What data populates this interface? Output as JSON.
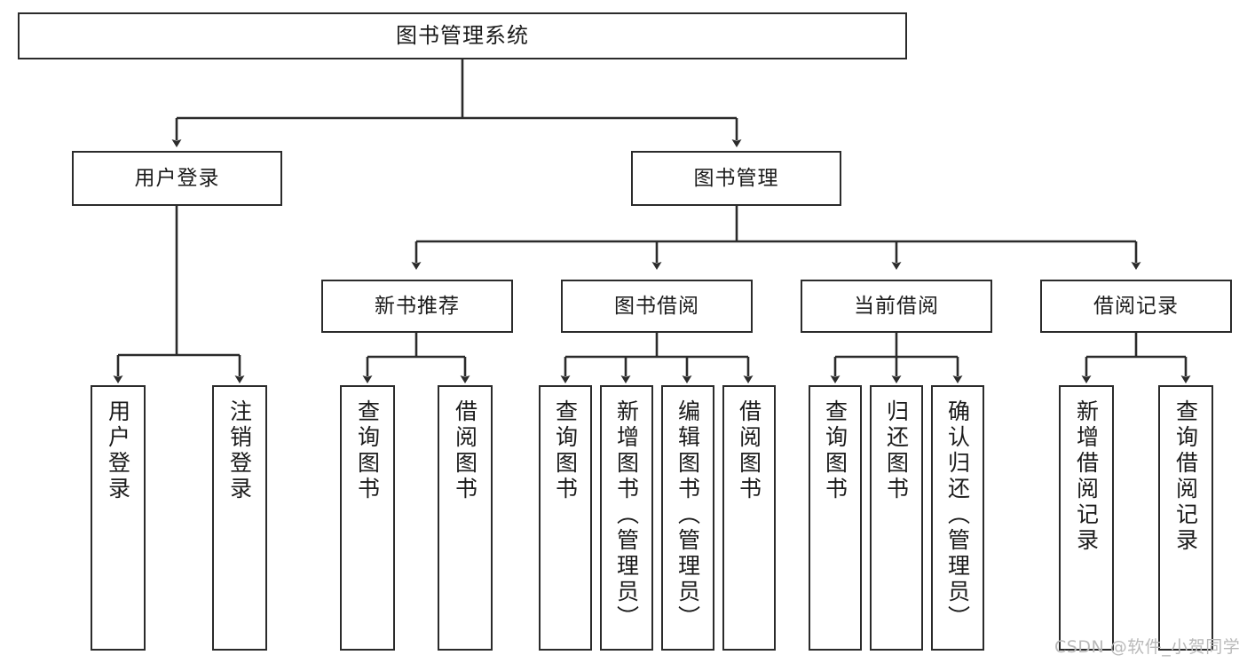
{
  "diagram": {
    "type": "tree-hierarchy-flowchart",
    "title": "图书管理系统",
    "watermark": "CSDN @软件_小贺同学",
    "colors": {
      "border": "#2b2b2b",
      "fill": "#ffffff",
      "edge": "#2b2b2b",
      "text": "#1b1b1b",
      "watermark": "#b9b9b9"
    },
    "nodes": {
      "root": {
        "label": "图书管理系统"
      },
      "level2": [
        {
          "id": "user-login",
          "label": "用户登录"
        },
        {
          "id": "book-manage",
          "label": "图书管理"
        }
      ],
      "level3": [
        {
          "id": "new-book-recommend",
          "label": "新书推荐"
        },
        {
          "id": "book-borrow",
          "label": "图书借阅"
        },
        {
          "id": "current-borrow",
          "label": "当前借阅"
        },
        {
          "id": "borrow-record",
          "label": "借阅记录"
        }
      ],
      "leaves": {
        "user_login": [
          {
            "id": "leaf-user-login",
            "label": "用户登录"
          },
          {
            "id": "leaf-logout-login",
            "label": "注销登录"
          }
        ],
        "new_book_recommend": [
          {
            "id": "leaf-query-book-1",
            "label": "查询图书"
          },
          {
            "id": "leaf-borrow-book-1",
            "label": "借阅图书"
          }
        ],
        "book_borrow": [
          {
            "id": "leaf-query-book-2",
            "label": "查询图书"
          },
          {
            "id": "leaf-add-book",
            "label": "新增图书（管理员）"
          },
          {
            "id": "leaf-edit-book",
            "label": "编辑图书（管理员）"
          },
          {
            "id": "leaf-borrow-book-2",
            "label": "借阅图书"
          }
        ],
        "current_borrow": [
          {
            "id": "leaf-query-book-3",
            "label": "查询图书"
          },
          {
            "id": "leaf-return-book",
            "label": "归还图书"
          },
          {
            "id": "leaf-confirm-return",
            "label": "确认归还（管理员）"
          }
        ],
        "borrow_record": [
          {
            "id": "leaf-add-record",
            "label": "新增借阅记录"
          },
          {
            "id": "leaf-query-record",
            "label": "查询借阅记录"
          }
        ]
      }
    }
  }
}
